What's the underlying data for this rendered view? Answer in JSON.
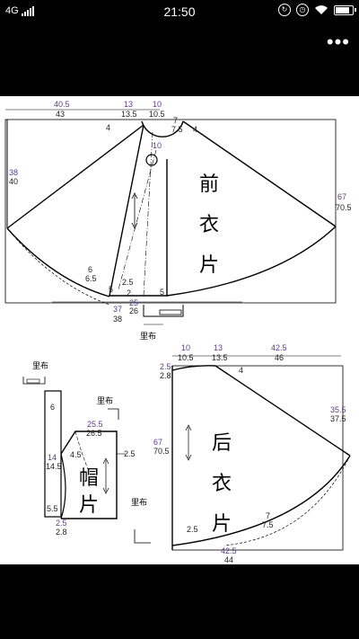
{
  "status_bar": {
    "network": "4G",
    "time": "21:50"
  },
  "menu": {
    "more_label": "•••"
  },
  "pattern": {
    "front": {
      "title_chars": [
        "前",
        "衣",
        "片"
      ],
      "top_dims": [
        {
          "a": "40.5",
          "b": "43"
        },
        {
          "a": "13",
          "b": "13.5"
        },
        {
          "a": "10",
          "b": "10.5"
        }
      ],
      "left_dim": {
        "a": "38",
        "b": "40"
      },
      "right_dim": {
        "a": "67",
        "b": "70.5"
      },
      "bottom_dim": {
        "a": "37",
        "b": "38"
      },
      "inner": {
        "four_left": "4",
        "seven": "7",
        "seven_five": "7.5",
        "four_right": "4",
        "ten": "10",
        "six": "6",
        "six_five": "6.5",
        "two_five": "2.5",
        "five_a": "5",
        "two": "2",
        "five_b": "5",
        "twentyfive": "25",
        "twentysix": "26"
      },
      "lining_label": "里布"
    },
    "hood": {
      "title_chars": [
        "帽",
        "片"
      ],
      "lining_top": "里布",
      "lining_right": "里布",
      "six": "6",
      "fourteen_a": "14",
      "fourteen_b": "14.5",
      "five_five": "5.5",
      "twentyfive_a": "25.5",
      "twentyfive_b": "26.5",
      "four_five": "4.5",
      "two_five": "2.5",
      "bottom_a": "2.5",
      "bottom_b": "2.8"
    },
    "back": {
      "title_chars": [
        "后",
        "衣",
        "片"
      ],
      "top_dims": [
        {
          "a": "10",
          "b": "10.5"
        },
        {
          "a": "13",
          "b": "13.5"
        },
        {
          "a": "42.5",
          "b": "46"
        }
      ],
      "left_top": {
        "a": "2.5",
        "b": "2.8"
      },
      "four": "4",
      "left_dim": {
        "a": "67",
        "b": "70.5"
      },
      "right_dim": {
        "a": "35.5",
        "b": "37.5"
      },
      "bottom_dim": {
        "a": "42.5",
        "b": "44"
      },
      "two_five": "2.5",
      "seven": "7",
      "seven_five": "7.5",
      "lining_label": "里布"
    }
  }
}
